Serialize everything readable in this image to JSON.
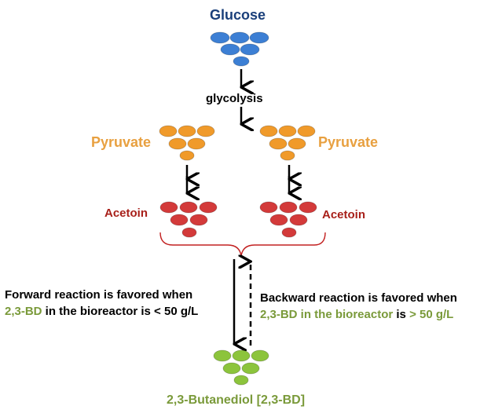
{
  "molecules": {
    "glucose": {
      "label": "Glucose",
      "color": "#1a3f7a",
      "ball_color": "#3c7fd4"
    },
    "pyruvate": {
      "label": "Pyruvate",
      "color": "#e8a040",
      "ball_color": "#f09a2a"
    },
    "acetoin": {
      "label": "Acetoin",
      "color": "#a8201a",
      "ball_color": "#d33a3a"
    },
    "butanediol": {
      "label": "2,3-Butanediol  [2,3-BD]",
      "color": "#7a9a3a",
      "ball_color": "#8cc43c"
    }
  },
  "process": {
    "glycolysis": "glycolysis"
  },
  "forward_note": {
    "line1": "Forward reaction is favored when",
    "line2_highlight": "2,3-BD",
    "line2_rest": " in the bioreactor is < 50 g/L"
  },
  "backward_note": {
    "line1": "Backward reaction is favored when",
    "line2_highlight": "2,3-BD in the bioreactor",
    "line2_mid": " is ",
    "line2_end": "> 50 g/L"
  }
}
